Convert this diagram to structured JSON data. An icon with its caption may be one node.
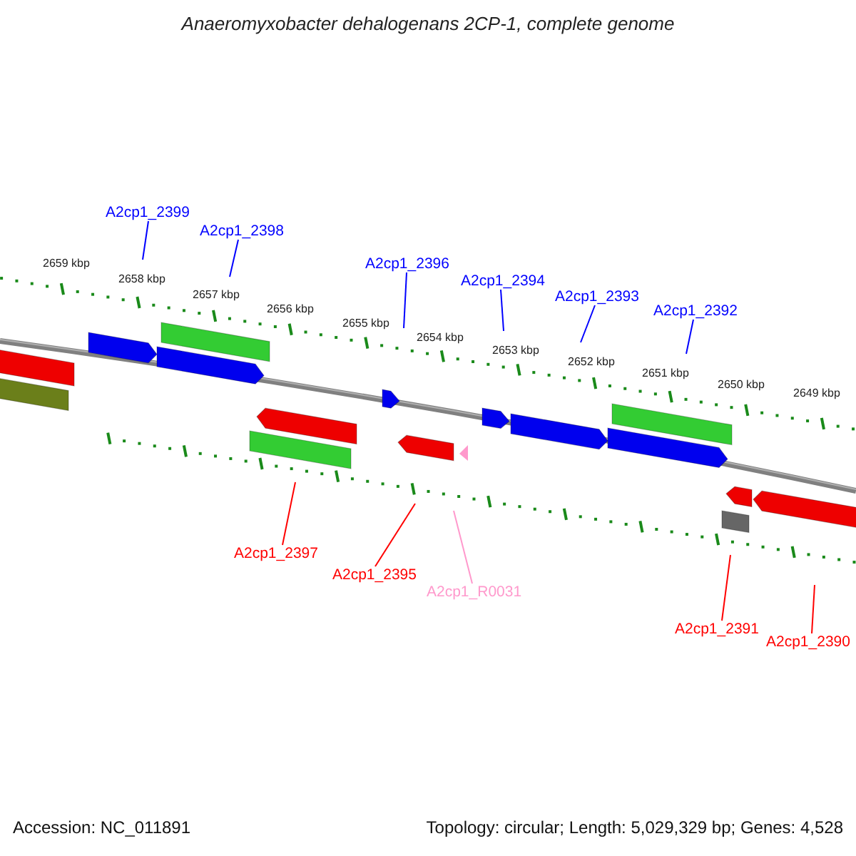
{
  "diagram": {
    "title": "Anaeromyxobacter dehalogenans 2CP-1, complete genome",
    "nodes": [
      {
        "text": [
          "A2cp1_2399"
        ]
      },
      {
        "text": [
          "A2cp1_2398"
        ]
      },
      {
        "text": [
          "A2cp1_2396"
        ]
      },
      {
        "text": [
          "A2cp1_2394"
        ]
      },
      {
        "text": [
          "A2cp1_2393"
        ]
      },
      {
        "text": [
          "A2cp1_2392"
        ]
      },
      {
        "text": [
          "A2cp1_2397"
        ]
      },
      {
        "text": [
          "A2cp1_2395"
        ]
      },
      {
        "text": [
          "A2cp1_R0031"
        ]
      },
      {
        "text": [
          "A2cp1_2391"
        ]
      },
      {
        "text": [
          "A2cp1_2390"
        ]
      }
    ],
    "edges": [
      {
        "from": 0,
        "to": null,
        "arrow": "none"
      },
      {
        "from": 1,
        "to": null,
        "arrow": "none"
      },
      {
        "from": 2,
        "to": null,
        "arrow": "none"
      },
      {
        "from": 3,
        "to": null,
        "arrow": "none"
      },
      {
        "from": 4,
        "to": null,
        "arrow": "none"
      },
      {
        "from": 5,
        "to": null,
        "arrow": "none"
      },
      {
        "from": 6,
        "to": null,
        "arrow": "none",
        "color": "#ff0000"
      },
      {
        "from": 7,
        "to": null,
        "arrow": "none",
        "color": "#ff0000"
      },
      {
        "from": 8,
        "to": null,
        "arrow": "none",
        "color": "#ff99cc"
      },
      {
        "from": 9,
        "to": null,
        "arrow": "none",
        "color": "#ff0000"
      },
      {
        "from": 10,
        "to": null,
        "arrow": "none",
        "color": "#ff0000"
      }
    ],
    "labels": [
      "2659 kbp",
      "2658 kbp",
      "2657 kbp",
      "2656 kbp",
      "2655 kbp",
      "2654 kbp",
      "2653 kbp",
      "2652 kbp",
      "2651 kbp",
      "2650 kbp",
      "2649 kbp",
      "Accession: NC_011891",
      "Topology: circular; Length: 5,029,329 bp; Genes: 4,528"
    ]
  }
}
